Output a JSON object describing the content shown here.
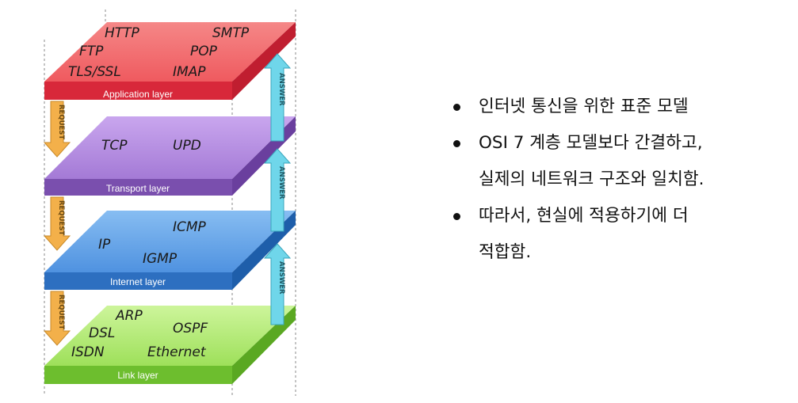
{
  "layers": [
    {
      "name": "Application layer",
      "protocols": [
        "HTTP",
        "SMTP",
        "FTP",
        "POP",
        "TLS/SSL",
        "IMAP"
      ],
      "colors": {
        "top": "#f46a6a",
        "front": "#d8283a",
        "side": "#c01e30"
      }
    },
    {
      "name": "Transport layer",
      "protocols": [
        "TCP",
        "UPD"
      ],
      "colors": {
        "top": "#b78ee2",
        "front": "#7a4fae",
        "side": "#6a3f9e"
      }
    },
    {
      "name": "Internet layer",
      "protocols": [
        "ICMP",
        "IP",
        "IGMP"
      ],
      "colors": {
        "top": "#6aa8ec",
        "front": "#2d6fc0",
        "side": "#1e5eaa"
      }
    },
    {
      "name": "Link layer",
      "protocols": [
        "ARP",
        "OSPF",
        "DSL",
        "ISDN",
        "Ethernet"
      ],
      "colors": {
        "top": "#b7ee7a",
        "front": "#6dbe2e",
        "side": "#5aa822"
      }
    }
  ],
  "arrows": {
    "request": {
      "label": "REQUEST",
      "color": "#f3b04a"
    },
    "answer": {
      "label": "ANSWER",
      "color": "#6fd6ea"
    }
  },
  "bullets": [
    {
      "lines": [
        "인터넷 통신을 위한 표준 모델"
      ]
    },
    {
      "lines": [
        "OSI 7 계층 모델보다 간결하고,",
        "실제의 네트워크 구조와 일치함."
      ]
    },
    {
      "lines": [
        "따라서, 현실에 적용하기에 더",
        "적합함."
      ]
    }
  ]
}
